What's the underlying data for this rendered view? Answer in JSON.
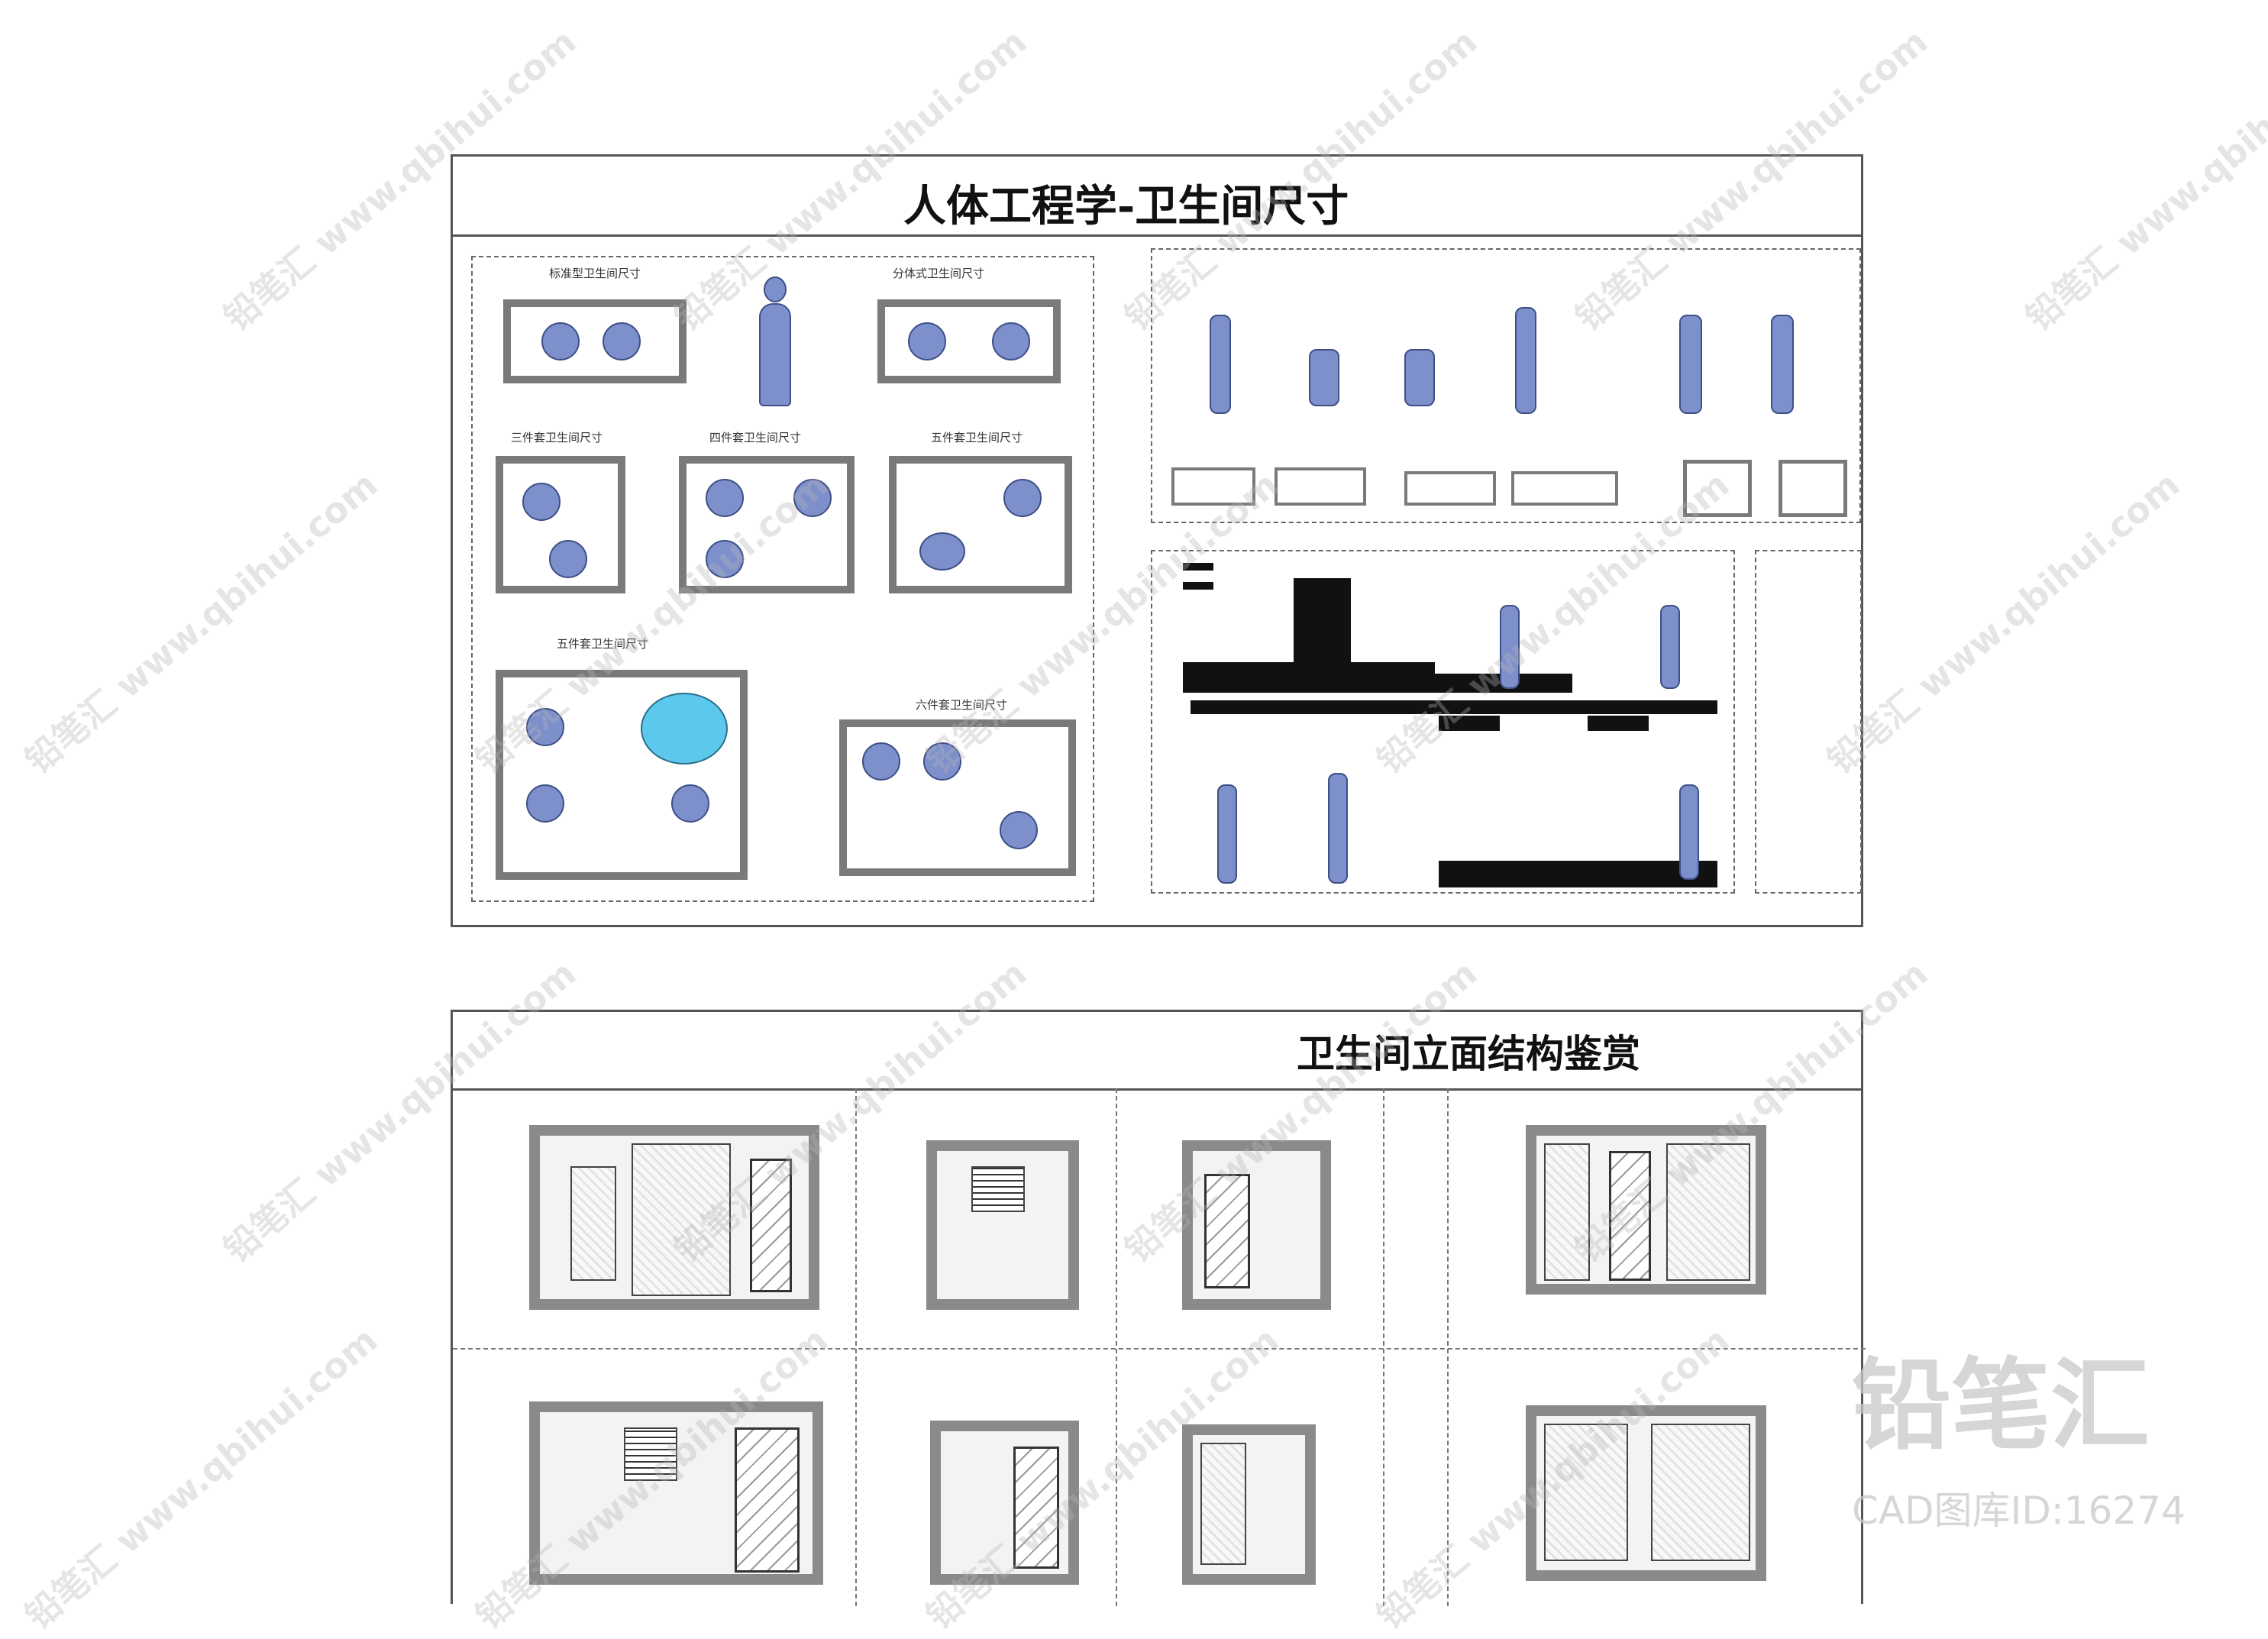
{
  "panel_top": {
    "title": "人体工程学-卫生间尺寸",
    "groups": [
      "标准型卫生间尺寸",
      "分体式卫生间尺寸",
      "三件套卫生间尺寸",
      "四件套卫生间尺寸",
      "五件套卫生间尺寸",
      "五件套卫生间尺寸",
      "六件套卫生间尺寸"
    ]
  },
  "panel_bottom": {
    "title": "卫生间立面结构鉴赏"
  },
  "watermark": {
    "text": "铅笔汇 www.qbihui.com",
    "brand_logo": "铅笔汇",
    "brand_id": "CAD图库ID:16274"
  },
  "colors": {
    "figure": "#7d90cc",
    "figure_outline": "#3e4f86",
    "bathtub": "#5bc8ec",
    "wall": "#7a7a7a",
    "frame": "#555555"
  }
}
